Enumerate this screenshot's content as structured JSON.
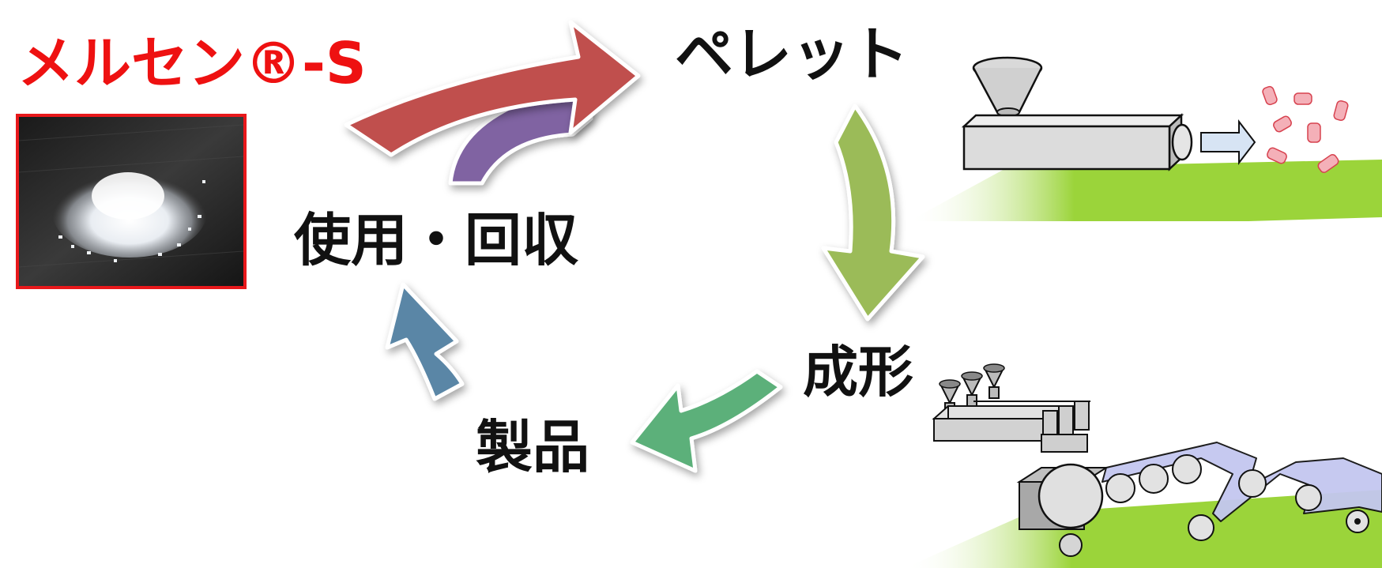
{
  "product": {
    "name": "メルセン®-S",
    "photo_icon": "pellet-heap-photo"
  },
  "cycle": {
    "stage_pellet": "ペレット",
    "stage_molding": "成形",
    "stage_product": "製品",
    "stage_use_recovery": "使用・回収"
  },
  "icons": {
    "extruder": "extruder-machine-icon",
    "molding_line": "film-molding-line-icon"
  },
  "colors": {
    "product_name": "#ee1111",
    "photo_border": "#e8181b",
    "arrow_pellet": "#c0504d",
    "arrow_recycle": "#8064a2",
    "arrow_molding": "#9bbb59",
    "arrow_product": "#5bb07a",
    "arrow_use": "#5a86a6",
    "ground": "#9bd43a",
    "pellet": "#f4b0b8",
    "film": "#c4c7f0"
  }
}
